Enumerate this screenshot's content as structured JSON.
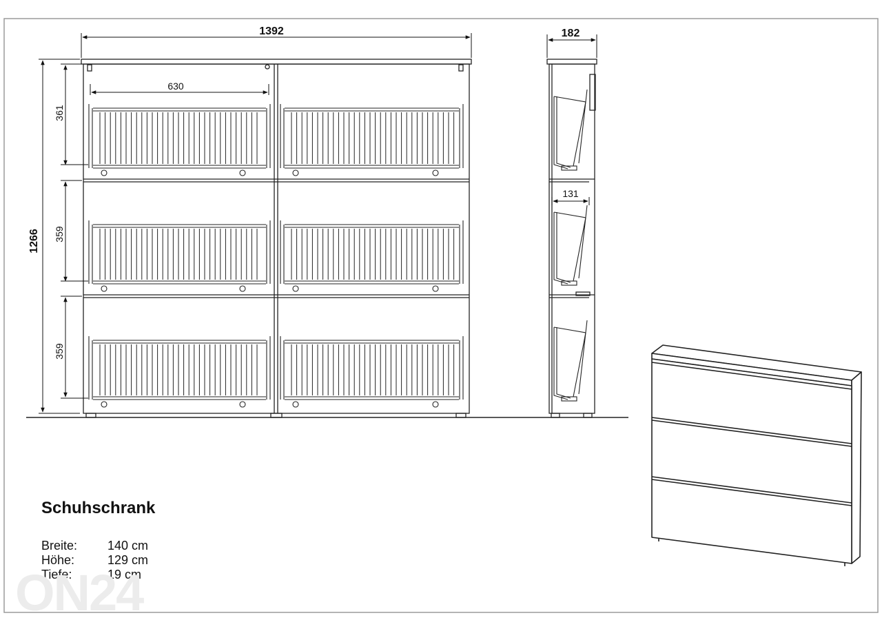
{
  "drawing": {
    "front": {
      "width_label": "1392",
      "height_label": "1266",
      "basket_width_label": "630",
      "row_heights": [
        "361",
        "359",
        "359"
      ]
    },
    "side": {
      "depth_label": "182",
      "tilt_depth_label": "131"
    }
  },
  "product": {
    "title": "Schuhschrank",
    "specs": [
      {
        "label": "Breite:",
        "value": "140 cm"
      },
      {
        "label": "Höhe:",
        "value": "129 cm"
      },
      {
        "label": "Tiefe:",
        "value": "19 cm"
      }
    ]
  },
  "watermark": "ON24"
}
